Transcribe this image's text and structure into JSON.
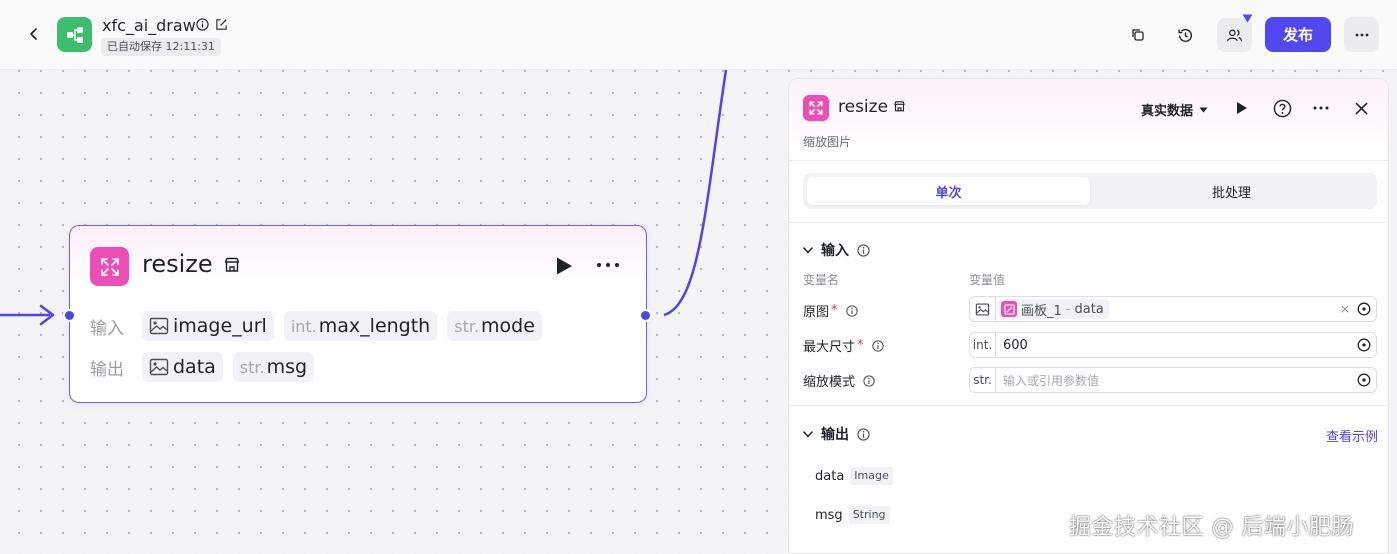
{
  "header": {
    "app_title": "xfc_ai_draw",
    "save_status": "已自动保存 12:11:31",
    "publish_label": "发布",
    "icons": [
      "back-icon",
      "workflow-icon",
      "info-icon",
      "edit-icon",
      "copy-icon",
      "history-icon",
      "collaborators-icon",
      "more-icon"
    ]
  },
  "node": {
    "title": "resize",
    "input_label": "输入",
    "output_label": "输出",
    "inputs": [
      {
        "prefix": "",
        "name": "image_url",
        "type": "image"
      },
      {
        "prefix": "int.",
        "name": "max_length",
        "type": "int"
      },
      {
        "prefix": "str.",
        "name": "mode",
        "type": "str"
      }
    ],
    "outputs": [
      {
        "prefix": "",
        "name": "data",
        "type": "image"
      },
      {
        "prefix": "str.",
        "name": "msg",
        "type": "str"
      }
    ]
  },
  "panel": {
    "title": "resize",
    "description": "缩放图片",
    "run_mode": "真实数据",
    "tabs": [
      {
        "label": "单次",
        "active": true
      },
      {
        "label": "批处理",
        "active": false
      }
    ],
    "input_section": {
      "title": "输入",
      "col_name": "变量名",
      "col_value": "变量值",
      "fields": [
        {
          "label": "原图",
          "required": true,
          "prefix_type": "image",
          "ref_source": "画板_1",
          "ref_sep": "-",
          "ref_field": "data"
        },
        {
          "label": "最大尺寸",
          "required": true,
          "prefix": "int.",
          "value": "600"
        },
        {
          "label": "缩放模式",
          "required": false,
          "prefix": "str.",
          "placeholder": "输入或引用参数值"
        }
      ]
    },
    "output_section": {
      "title": "输出",
      "view_example": "查看示例",
      "fields": [
        {
          "name": "data",
          "type": "Image"
        },
        {
          "name": "msg",
          "type": "String"
        }
      ]
    },
    "required_mark": "*"
  },
  "watermark": "掘金技术社区 @ 后端小肥肠",
  "colors": {
    "accent": "#4f46e5",
    "publish": "#5147ef",
    "node_icon": "#ec4fb4",
    "app_icon": "#3dbd6e",
    "edge": "#4f46e5"
  }
}
